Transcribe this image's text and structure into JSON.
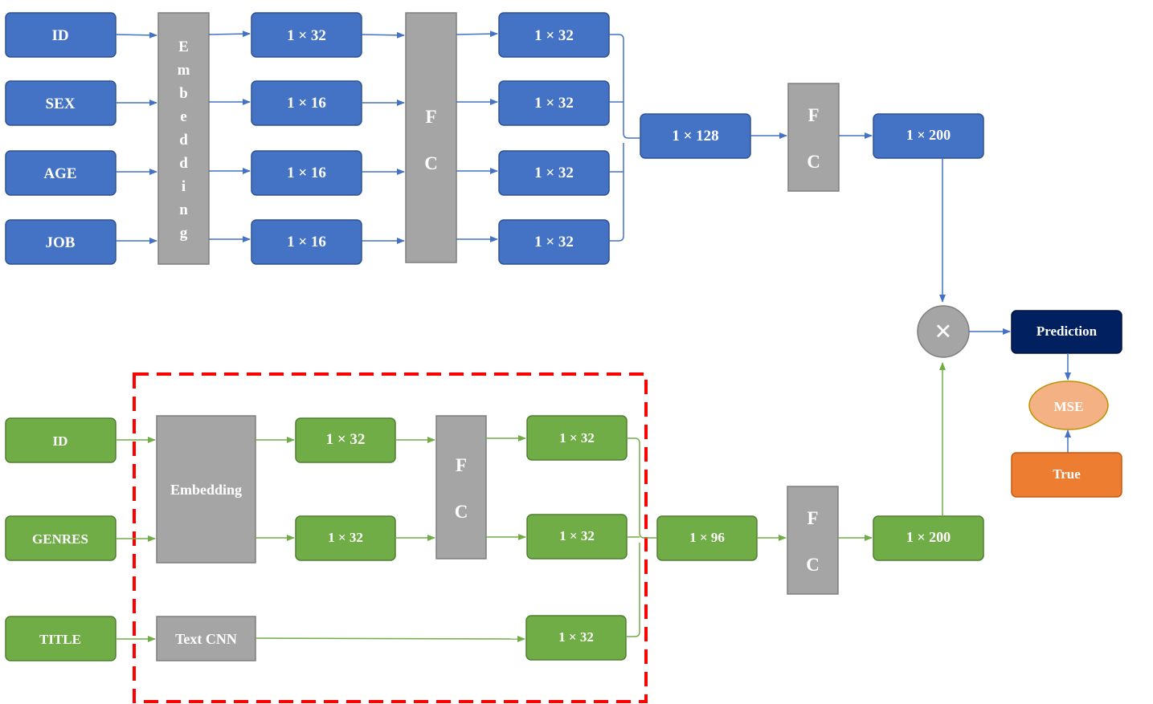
{
  "user_branch": {
    "inputs": [
      "ID",
      "SEX",
      "AGE",
      "JOB"
    ],
    "embedding_label": "Embedding",
    "embedding_outputs": [
      "1 × 32",
      "1 × 16",
      "1 × 16",
      "1 × 16"
    ],
    "fc_label": "FC",
    "fc_outputs": [
      "1 × 32",
      "1 × 32",
      "1 × 32",
      "1 × 32"
    ],
    "concat": "1 × 128",
    "fc2_label": "FC",
    "final": "1 × 200"
  },
  "movie_branch": {
    "inputs": [
      "ID",
      "GENRES",
      "TITLE"
    ],
    "embedding_label": "Embedding",
    "textcnn_label": "Text CNN",
    "embedding_outputs": [
      "1 × 32",
      "1 × 32"
    ],
    "fc_label": "FC",
    "fc_outputs": [
      "1 × 32",
      "1 × 32"
    ],
    "textcnn_output": "1 × 32",
    "concat": "1 × 96",
    "fc2_label": "FC",
    "final": "1 × 200"
  },
  "output": {
    "multiply_symbol": "×",
    "prediction": "Prediction",
    "loss": "MSE",
    "truth": "True"
  },
  "colors": {
    "user": "#4472C4",
    "movie": "#70AD47",
    "layer": "#A5A5A5",
    "prediction": "#002060",
    "loss": "#F4B183",
    "truth": "#ED7D31",
    "highlight": "#FF0000"
  }
}
